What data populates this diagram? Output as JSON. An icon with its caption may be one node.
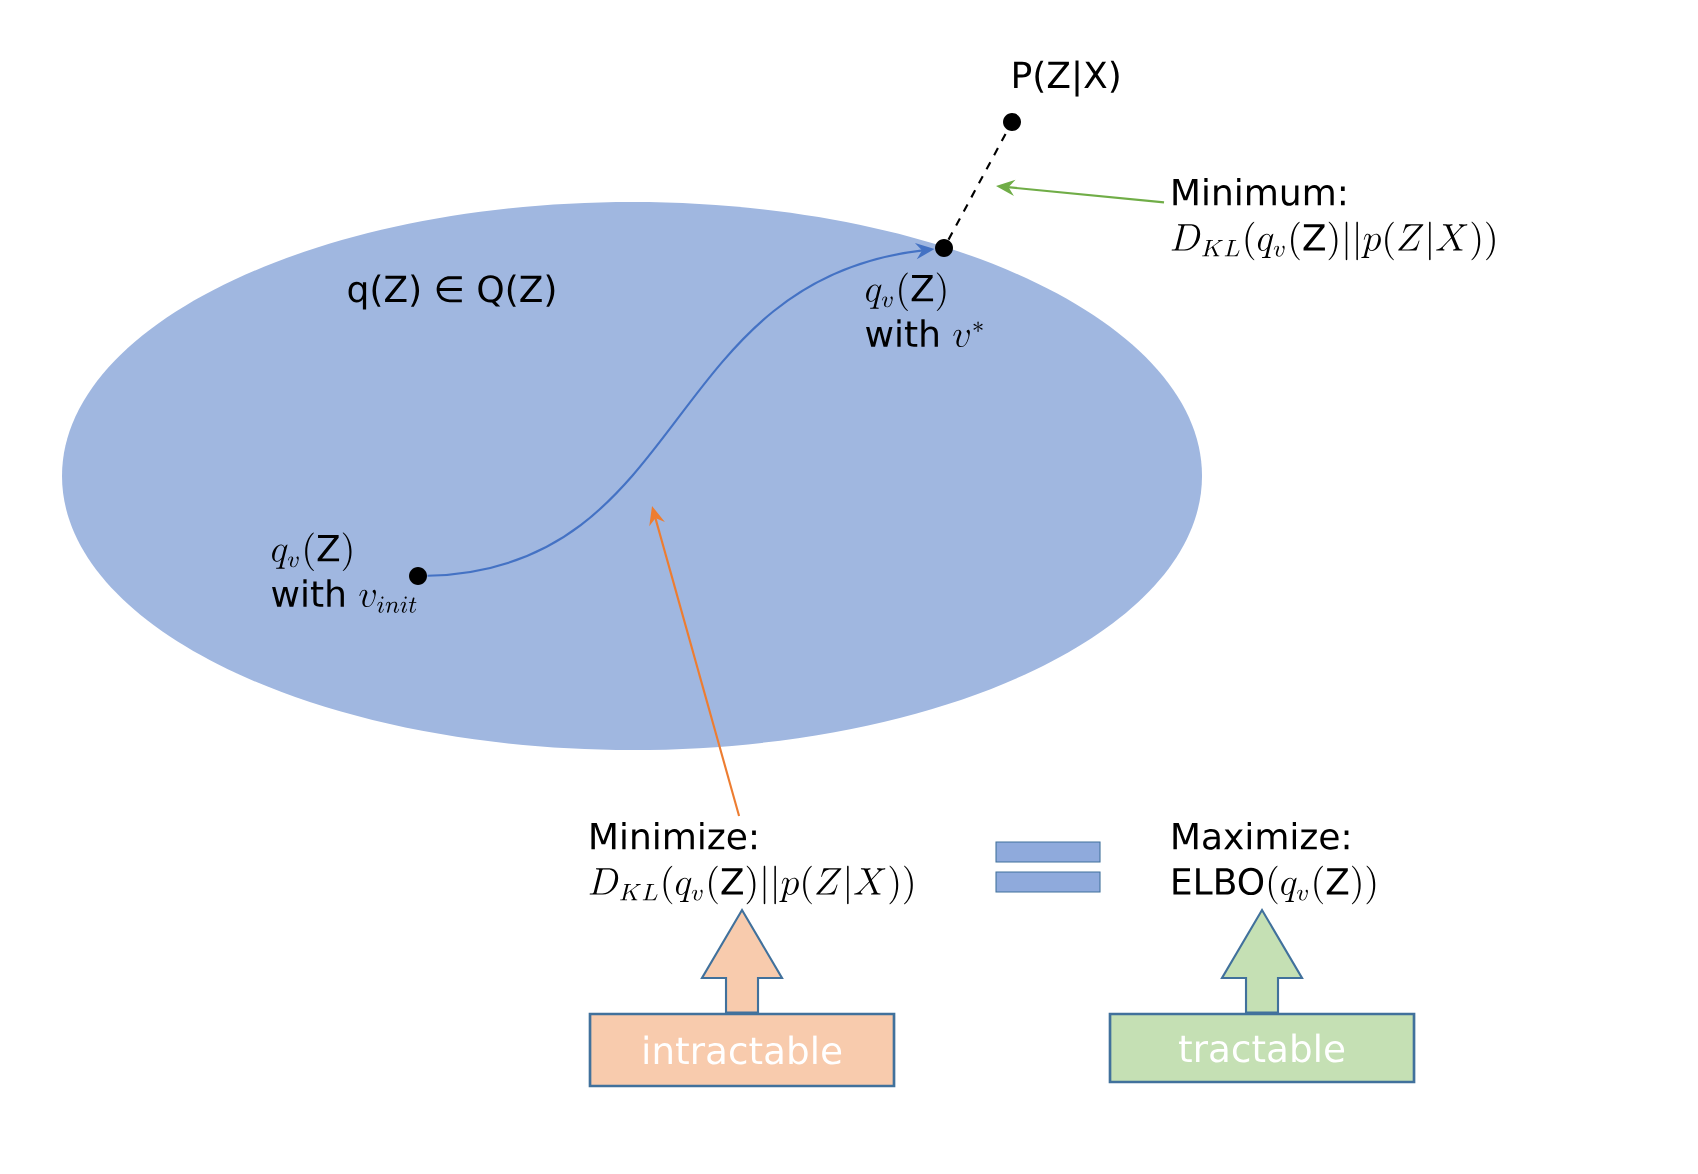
{
  "diagram": {
    "nodes": [
      {
        "text": [
          "q(Z) ∈ Q(Z)"
        ]
      },
      {
        "text": [],
        "shape": "circle",
        "in": 0,
        "beside": [
          "q_v(\\text{Z})",
          "\\text{with } v_{init}"
        ]
      },
      {
        "text": [],
        "shape": "circle",
        "in": 0,
        "beside": [
          "q_v(\\text{Z})",
          "\\text{with } v^{*}"
        ]
      },
      {
        "text": [],
        "shape": "circle",
        "beside": [
          "P(Z|X)"
        ]
      },
      {
        "text": [
          "Minimum:",
          "D_{KL}(q_v(\\text{Z})||p(Z|X))"
        ]
      },
      {
        "text": [
          "Minimize:",
          "D_{KL}(q_v(\\text{Z})||p(Z|X))"
        ]
      },
      {
        "text": [
          "Maximize:",
          "\\text{ELBO}(q_v(\\text{Z}))"
        ]
      },
      {
        "text": [
          "intractable"
        ]
      },
      {
        "text": [
          "tractable"
        ]
      }
    ],
    "edges": [
      {
        "from": 1,
        "to": 2,
        "arrow": "to",
        "color": "#4472c4"
      },
      {
        "from": 2,
        "to": 3,
        "arrow": "none",
        "style": "dashed",
        "color": "#000000"
      },
      {
        "from": 4,
        "to": null,
        "arrow": "to",
        "color": "#70ad47"
      },
      {
        "from": 5,
        "to": null,
        "arrow": "to",
        "color": "#ed7d31"
      },
      {
        "from": 7,
        "to": 5,
        "arrow": "to",
        "style": "thick",
        "color": "#f8cbad"
      },
      {
        "from": 8,
        "to": 6,
        "arrow": "to",
        "style": "thick",
        "color": "#c5e0b4"
      }
    ]
  }
}
